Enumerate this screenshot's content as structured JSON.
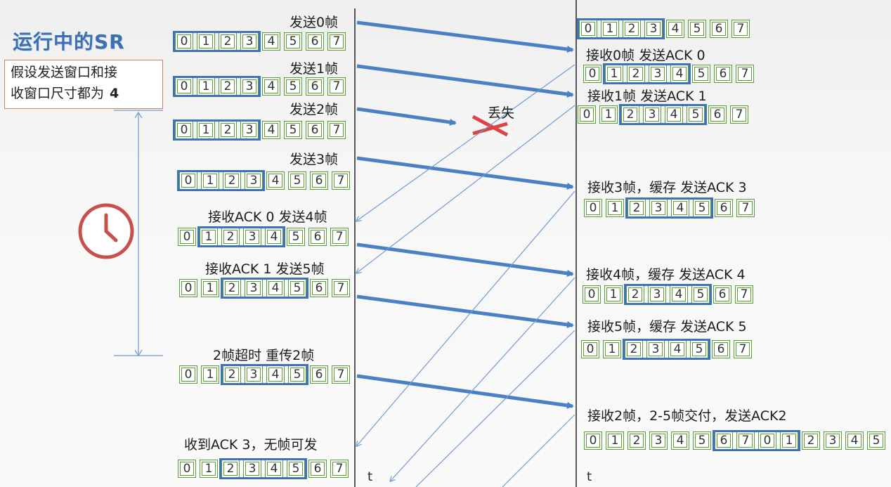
{
  "title": "运行中的SR",
  "note": {
    "line1": "假设发送窗口和接",
    "line2": "收窗口尺寸都为",
    "size": "4"
  },
  "lost_label": "丢失",
  "time_label": "t",
  "sender_labels": [
    "发送0帧",
    "发送1帧",
    "发送2帧",
    "发送3帧",
    "接收ACK 0  发送4帧",
    "接收ACK 1  发送5帧",
    "2帧超时  重传2帧",
    "收到ACK 3，无帧可发"
  ],
  "receiver_labels": [
    "接收0帧 发送ACK 0",
    "接收1帧 发送ACK 1",
    "接收3帧，缓存  发送ACK 3",
    "接收4帧，缓存  发送ACK 4",
    "接收5帧，缓存  发送ACK 5",
    "接收2帧，2-5帧交付，发送ACK2"
  ],
  "seq": [
    "0",
    "1",
    "2",
    "3",
    "4",
    "5",
    "6",
    "7"
  ],
  "seq_long": [
    "0",
    "1",
    "2",
    "3",
    "4",
    "5",
    "6",
    "7",
    "0",
    "1",
    "2",
    "3",
    "4",
    "5"
  ],
  "sender_windows": [
    {
      "start": 0,
      "len": 4
    },
    {
      "start": 0,
      "len": 4
    },
    {
      "start": 0,
      "len": 4
    },
    {
      "start": 0,
      "len": 4
    },
    {
      "start": 1,
      "len": 4
    },
    {
      "start": 2,
      "len": 4
    },
    {
      "start": 2,
      "len": 4
    },
    {
      "start": 2,
      "len": 4
    }
  ],
  "receiver_windows": [
    {
      "start": 0,
      "len": 4
    },
    {
      "start": 1,
      "len": 4
    },
    {
      "start": 2,
      "len": 4
    },
    {
      "start": 2,
      "len": 4
    },
    {
      "start": 2,
      "len": 4
    },
    {
      "start": 2,
      "len": 4
    },
    {
      "start": 6,
      "len": 4
    }
  ],
  "colors": {
    "arrow": "#4b80c4",
    "ack": "#6f9bd1",
    "lost": "#d44",
    "clock": "#c8504a"
  }
}
